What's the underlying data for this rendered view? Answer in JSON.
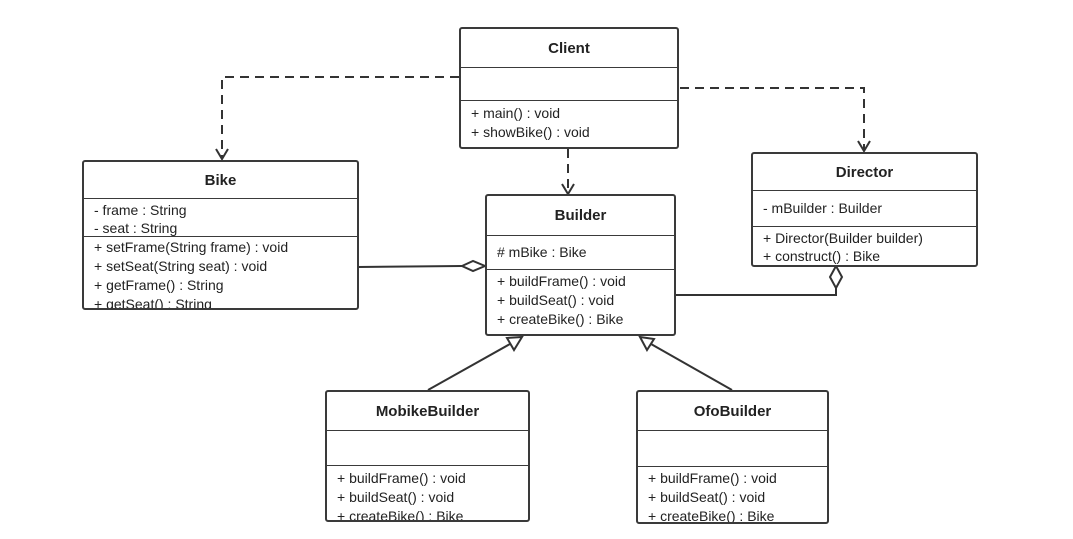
{
  "classes": {
    "client": {
      "name": "Client",
      "attributes": [],
      "methods": [
        "+ main() : void",
        "+ showBike() : void"
      ]
    },
    "bike": {
      "name": "Bike",
      "attributes": [
        "- frame : String",
        "- seat : String"
      ],
      "methods": [
        "+ setFrame(String frame) : void",
        "+ setSeat(String seat) : void",
        "+ getFrame() : String",
        "+ getSeat() : String"
      ]
    },
    "builder": {
      "name": "Builder",
      "attributes": [
        "# mBike : Bike"
      ],
      "methods": [
        "+ buildFrame() : void",
        "+ buildSeat() : void",
        "+ createBike() : Bike"
      ]
    },
    "director": {
      "name": "Director",
      "attributes": [
        "- mBuilder : Builder"
      ],
      "methods": [
        "+ Director(Builder builder)",
        "+ construct() : Bike"
      ]
    },
    "mobike": {
      "name": "MobikeBuilder",
      "attributes": [],
      "methods": [
        "+ buildFrame() : void",
        "+ buildSeat() : void",
        "+ createBike() : Bike"
      ]
    },
    "ofo": {
      "name": "OfoBuilder",
      "attributes": [],
      "methods": [
        "+ buildFrame() : void",
        "+ buildSeat() : void",
        "+ createBike() : Bike"
      ]
    }
  },
  "relationships": [
    {
      "from": "client",
      "to": "bike",
      "type": "dependency"
    },
    {
      "from": "client",
      "to": "builder",
      "type": "dependency"
    },
    {
      "from": "client",
      "to": "director",
      "type": "dependency"
    },
    {
      "from": "builder",
      "to": "bike",
      "type": "aggregation"
    },
    {
      "from": "director",
      "to": "builder",
      "type": "aggregation"
    },
    {
      "from": "mobike",
      "to": "builder",
      "type": "generalization"
    },
    {
      "from": "ofo",
      "to": "builder",
      "type": "generalization"
    }
  ],
  "colors": {
    "line": "#333333",
    "border": "#3a3a3a",
    "background": "#ffffff"
  }
}
